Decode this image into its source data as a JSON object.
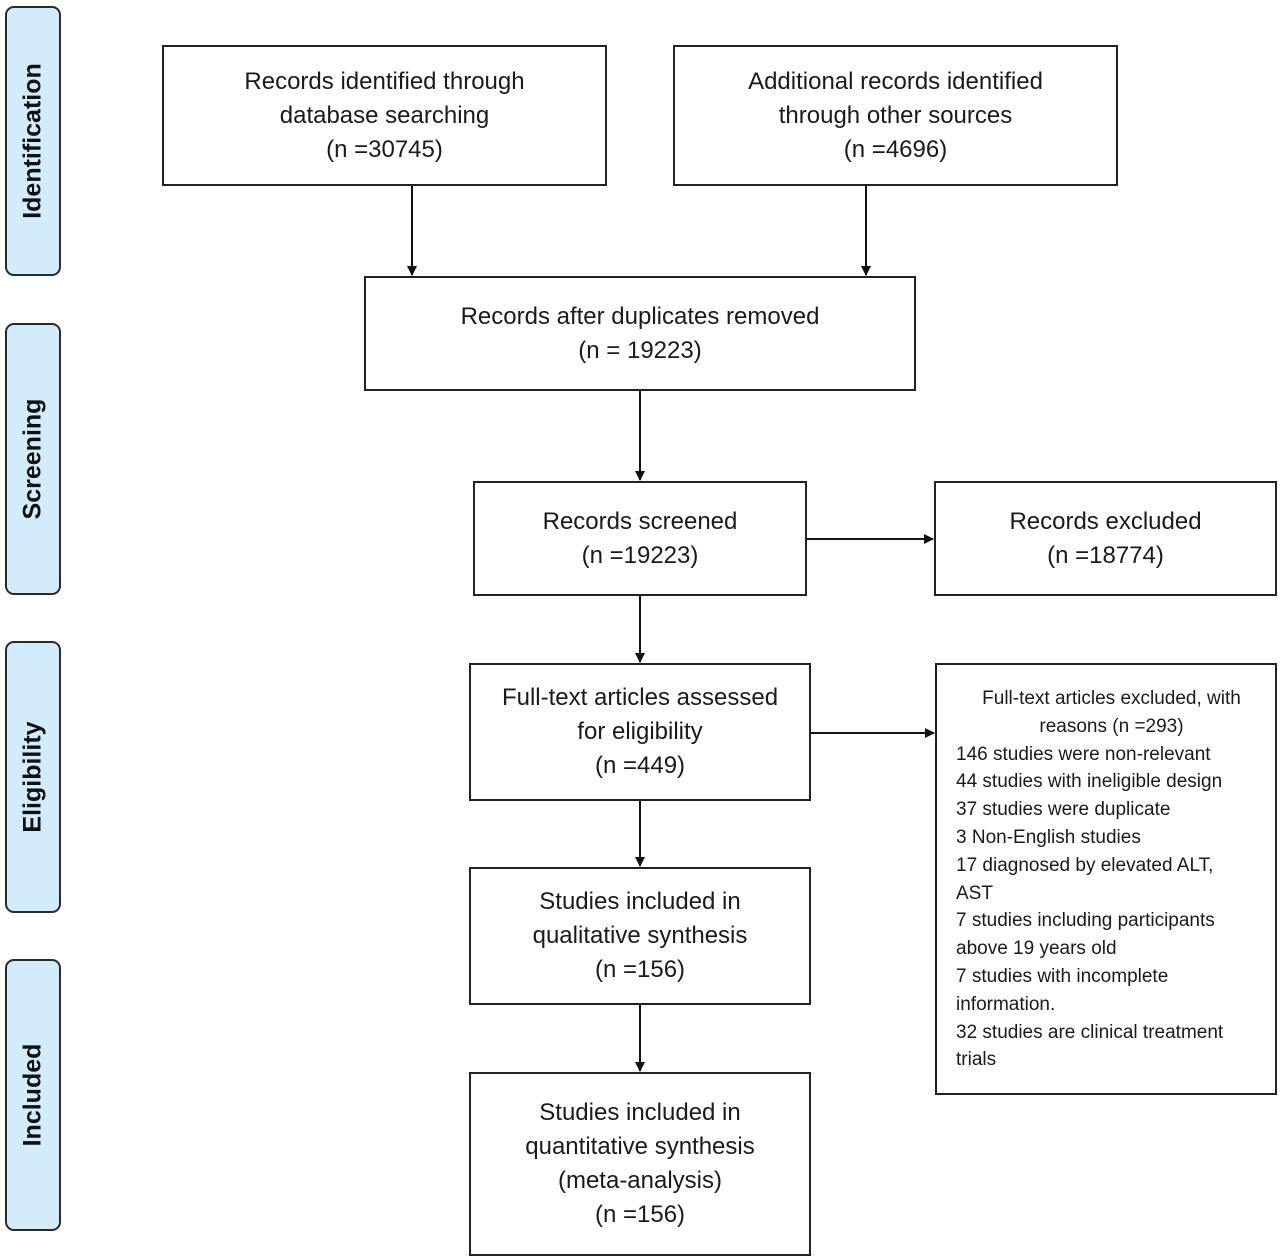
{
  "phases": {
    "identification": "Identification",
    "screening": "Screening",
    "eligibility": "Eligibility",
    "included": "Included"
  },
  "boxes": {
    "database": [
      "Records identified through",
      "database searching",
      "(n =30745)"
    ],
    "other_sources": [
      "Additional records identified",
      "through other sources",
      "(n =4696)"
    ],
    "after_duplicates": [
      "Records after duplicates removed",
      "(n = 19223)"
    ],
    "screened": [
      "Records screened",
      "(n =19223)"
    ],
    "excluded": [
      "Records excluded",
      "(n =18774)"
    ],
    "fulltext": [
      "Full-text articles assessed",
      "for eligibility",
      "(n =449)"
    ],
    "qualitative": [
      "Studies included in",
      "qualitative synthesis",
      "(n =156)"
    ],
    "quantitative": [
      "Studies included in",
      "quantitative synthesis",
      "(meta-analysis)",
      "(n =156)"
    ]
  },
  "fulltext_excluded": {
    "heading": [
      "Full-text articles excluded, with",
      "reasons (n =293)"
    ],
    "items": [
      "146 studies were non-relevant",
      "44 studies with ineligible design",
      "37 studies were duplicate",
      "3 Non-English studies",
      "17 diagnosed by elevated ALT,",
      "AST",
      "7 studies including participants",
      "above 19 years old",
      "7 studies with incomplete",
      "information.",
      "32 studies are clinical treatment",
      "trials"
    ]
  }
}
